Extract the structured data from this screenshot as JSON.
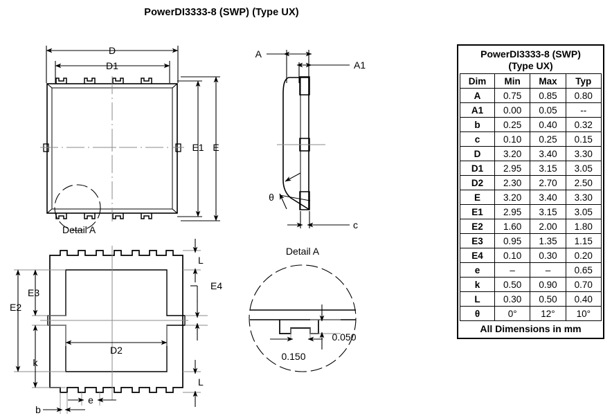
{
  "page": {
    "title": "PowerDI3333-8 (SWP) (Type UX)"
  },
  "table": {
    "title_line1": "PowerDI3333-8 (SWP)",
    "title_line2": "(Type UX)",
    "headers": [
      "Dim",
      "Min",
      "Max",
      "Typ"
    ],
    "rows": [
      {
        "dim": "A",
        "min": "0.75",
        "max": "0.85",
        "typ": "0.80"
      },
      {
        "dim": "A1",
        "min": "0.00",
        "max": "0.05",
        "typ": "--"
      },
      {
        "dim": "b",
        "min": "0.25",
        "max": "0.40",
        "typ": "0.32"
      },
      {
        "dim": "c",
        "min": "0.10",
        "max": "0.25",
        "typ": "0.15"
      },
      {
        "dim": "D",
        "min": "3.20",
        "max": "3.40",
        "typ": "3.30"
      },
      {
        "dim": "D1",
        "min": "2.95",
        "max": "3.15",
        "typ": "3.05"
      },
      {
        "dim": "D2",
        "min": "2.30",
        "max": "2.70",
        "typ": "2.50"
      },
      {
        "dim": "E",
        "min": "3.20",
        "max": "3.40",
        "typ": "3.30"
      },
      {
        "dim": "E1",
        "min": "2.95",
        "max": "3.15",
        "typ": "3.05"
      },
      {
        "dim": "E2",
        "min": "1.60",
        "max": "2.00",
        "typ": "1.80"
      },
      {
        "dim": "E3",
        "min": "0.95",
        "max": "1.35",
        "typ": "1.15"
      },
      {
        "dim": "E4",
        "min": "0.10",
        "max": "0.30",
        "typ": "0.20"
      },
      {
        "dim": "e",
        "min": "–",
        "max": "–",
        "typ": "0.65"
      },
      {
        "dim": "k",
        "min": "0.50",
        "max": "0.90",
        "typ": "0.70"
      },
      {
        "dim": "L",
        "min": "0.30",
        "max": "0.50",
        "typ": "0.40"
      },
      {
        "dim": "θ",
        "min": "0°",
        "max": "12°",
        "typ": "10°"
      }
    ],
    "footer": "All Dimensions in mm"
  },
  "views": {
    "top_view": {
      "labels": {
        "D": "D",
        "D1": "D1",
        "E": "E",
        "E1": "E1",
        "detail_a": "Detail A"
      }
    },
    "side_view": {
      "labels": {
        "A": "A",
        "A1": "A1",
        "c": "c",
        "theta": "θ"
      }
    },
    "bottom_view": {
      "labels": {
        "E2": "E2",
        "E3": "E3",
        "E4": "E4",
        "D2": "D2",
        "k": "k",
        "b": "b",
        "e": "e",
        "L_top": "L",
        "L_bottom": "L"
      }
    },
    "detail_a": {
      "title": "Detail A",
      "labels": {
        "depth": "0.050",
        "width": "0.150"
      }
    }
  },
  "colors": {
    "line": "#000000",
    "background": "#ffffff",
    "center_line": "#808080"
  }
}
